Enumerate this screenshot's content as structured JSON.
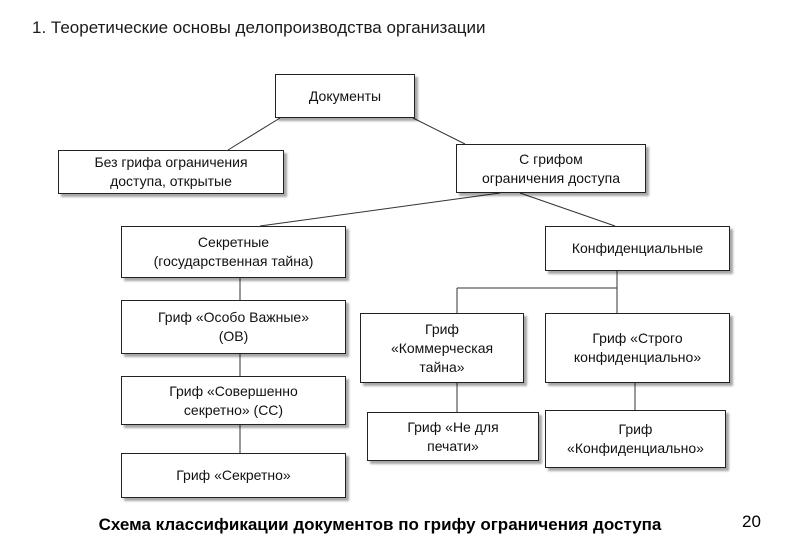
{
  "title": "1. Теоретические основы делопроизводства организации",
  "caption": "Схема классификации документов по грифу ограничения доступа",
  "page_number": "20",
  "nodes": {
    "documents": "Документы",
    "open": "Без грифа ограничения\nдоступа, открытые",
    "restricted": "С грифом\nограничения доступа",
    "secret": "Секретные\n(государственная тайна)",
    "confidential": "Конфиденциальные",
    "ov": "Гриф «Особо Важные»\n(ОВ)",
    "ss": "Гриф «Совершенно\nсекретно» (СС)",
    "s": "Гриф «Секретно»",
    "commercial": "Гриф\n«Коммерческая\nтайна»",
    "strictly": "Гриф «Строго\nконфиденциально»",
    "not_print": "Гриф «Не для\nпечати»",
    "conf": "Гриф\n«Конфиденциально»"
  }
}
